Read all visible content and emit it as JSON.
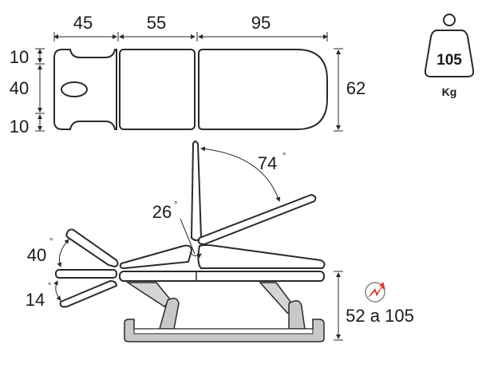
{
  "top_view": {
    "widths": [
      "45",
      "55",
      "95"
    ],
    "heights": [
      "10",
      "40",
      "10"
    ],
    "total_width": "62"
  },
  "weight_badge": {
    "value": "105",
    "unit": "Kg"
  },
  "angles": {
    "backrest": "74",
    "leg_section": "26",
    "head_up": "40",
    "head_down": "14",
    "degree_symbol": "°"
  },
  "height_range": "52 a 105",
  "colors": {
    "outline": "#2a2a2a",
    "base_grey": "#c8c8c8",
    "motor_red": "#d9352a"
  }
}
